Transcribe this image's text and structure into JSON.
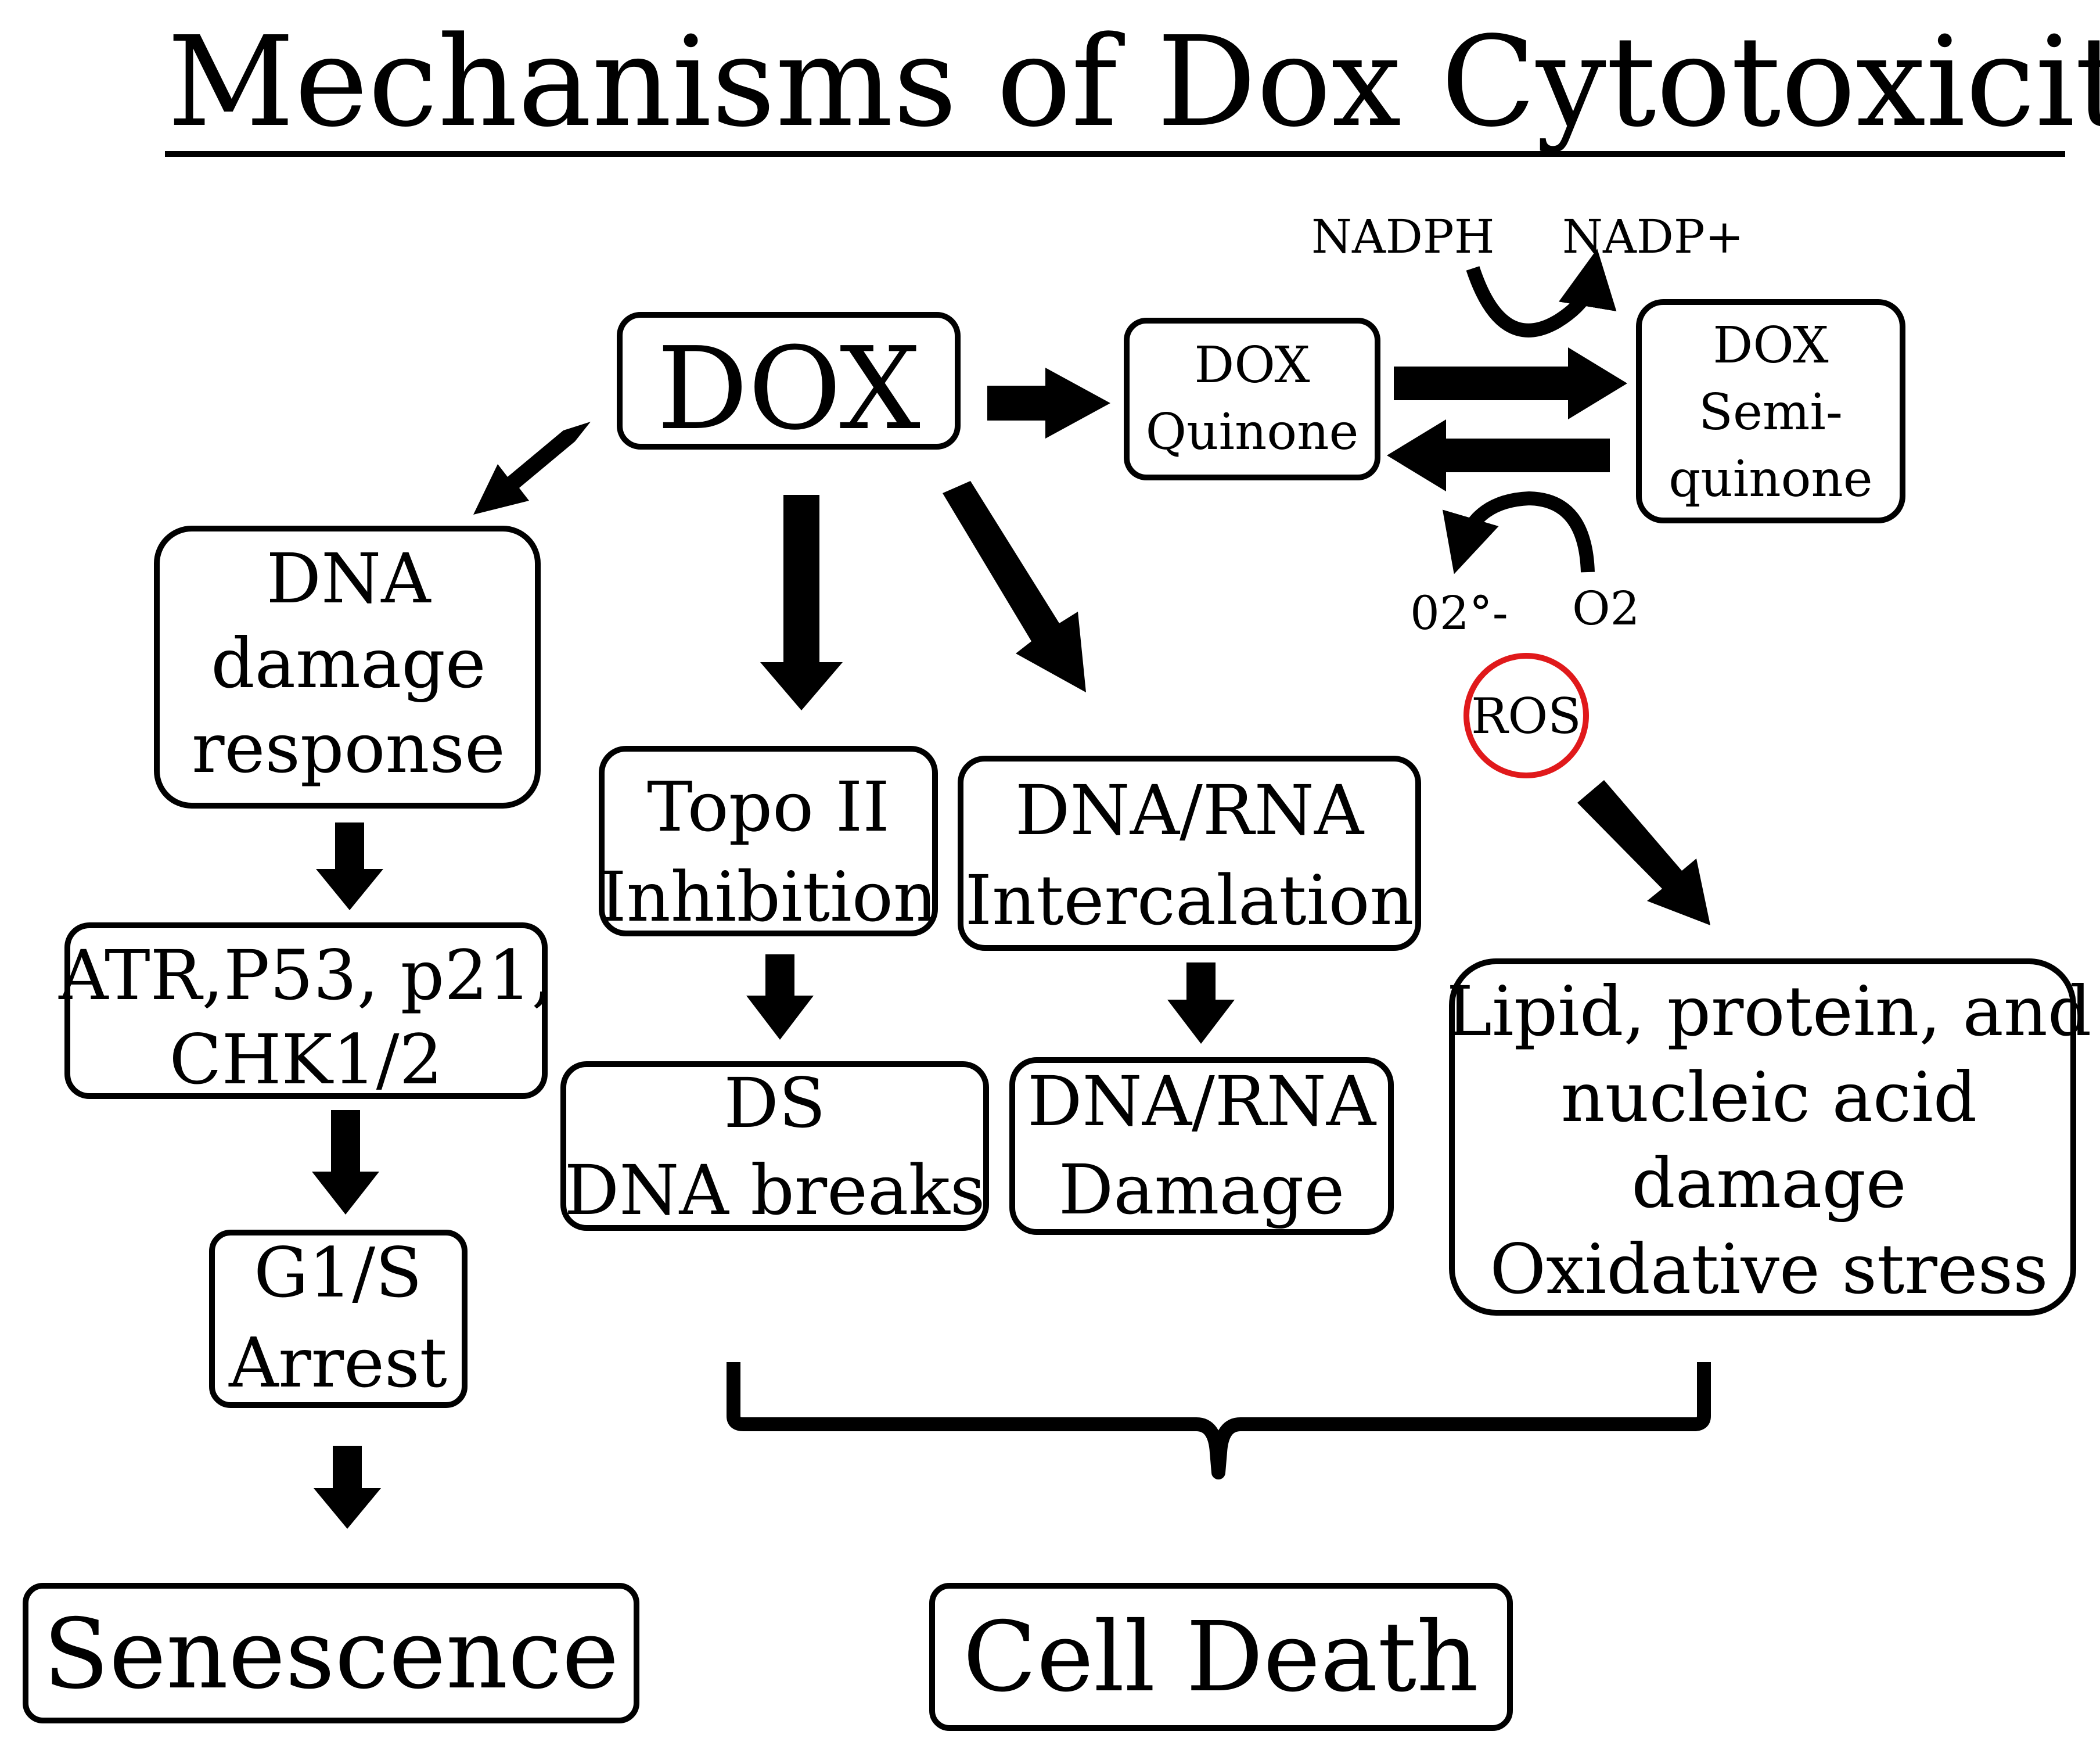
{
  "title": "Mechanisms of Dox Cytotoxicity",
  "nodes": {
    "dox": "DOX",
    "dox_quinone": [
      "DOX",
      "Quinone"
    ],
    "dox_semiquinone": [
      "DOX",
      "Semi-",
      "quinone"
    ],
    "ddr": [
      "DNA",
      "damage",
      "response"
    ],
    "atr": [
      "ATR,P53, p21,",
      "CHK1/2"
    ],
    "g1s": [
      "G1/S",
      "Arrest"
    ],
    "senescence": "Senescence",
    "topo": [
      "Topo II",
      "Inhibition"
    ],
    "ds": [
      "DS",
      "DNA breaks"
    ],
    "intercalation": [
      "DNA/RNA",
      "Intercalation"
    ],
    "dnarna_damage": [
      "DNA/RNA",
      "Damage"
    ],
    "ros": "ROS",
    "lipid": [
      "Lipid, protein, and",
      "nucleic acid",
      "damage",
      "Oxidative stress"
    ],
    "cell_death": "Cell Death"
  },
  "labels": {
    "nadph": "NADPH",
    "nadp": "NADP+",
    "o2_radical": "02°-",
    "o2": "O2"
  },
  "colors": {
    "ros_ring": "#e0191b",
    "stroke": "#000000"
  }
}
